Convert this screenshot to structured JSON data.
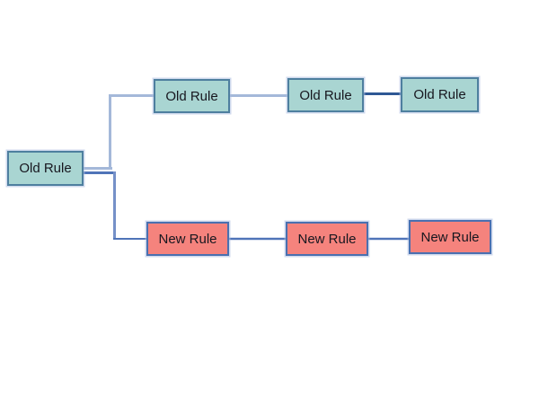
{
  "diagram": {
    "background": "#ffffff",
    "text_color": "#17171f",
    "root": {
      "label": "Old Rule"
    },
    "top_row": [
      {
        "label": "Old Rule"
      },
      {
        "label": "Old Rule"
      },
      {
        "label": "Old Rule"
      }
    ],
    "bottom_row": [
      {
        "label": "New Rule"
      },
      {
        "label": "New Rule"
      },
      {
        "label": "New Rule"
      }
    ],
    "styles": {
      "old_fill": "#a9d5d2",
      "old_border": "#4e7f9f",
      "new_fill": "#f5837d",
      "new_border": "#4a70b0",
      "connector_light": "#a4b8d9",
      "connector_medium": "#7590c8",
      "connector_strong": "#4f74b8",
      "connector_dark": "#2e5894"
    }
  }
}
